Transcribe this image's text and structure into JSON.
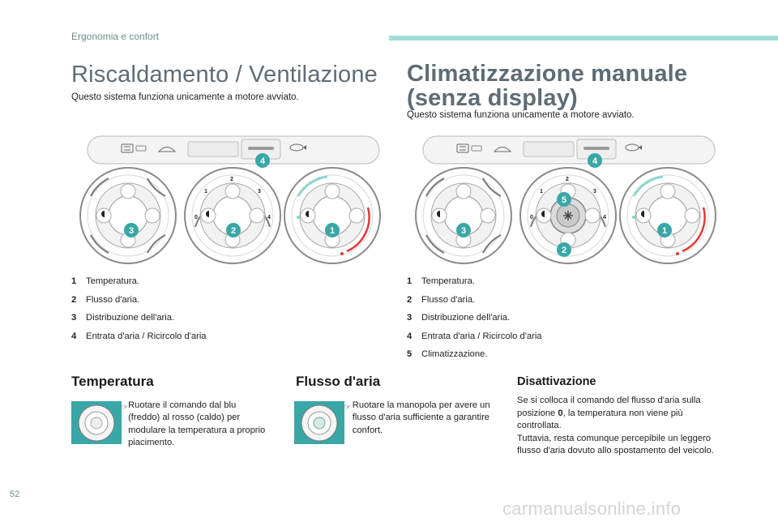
{
  "header": {
    "chapter": "Ergonomia e confort"
  },
  "left": {
    "title": "Riscaldamento / Ventilazione",
    "intro": "Questo sistema funziona unicamente a motore avviato.",
    "legend": [
      {
        "num": "1",
        "text": "Temperatura."
      },
      {
        "num": "2",
        "text": "Flusso d'aria."
      },
      {
        "num": "3",
        "text": "Distribuzione dell'aria."
      },
      {
        "num": "4",
        "text": "Entrata d'aria / Ricircolo d'aria"
      }
    ]
  },
  "right": {
    "title_line1": "Climatizzazione manuale",
    "title_line2": "(senza display)",
    "intro": "Questo sistema funziona unicamente a motore avviato.",
    "legend": [
      {
        "num": "1",
        "text": "Temperatura."
      },
      {
        "num": "2",
        "text": "Flusso d'aria."
      },
      {
        "num": "3",
        "text": "Distribuzione dell'aria."
      },
      {
        "num": "4",
        "text": "Entrata d'aria / Ricircolo d'aria"
      },
      {
        "num": "5",
        "text": "Climatizzazione."
      }
    ]
  },
  "diagram": {
    "callouts_left": [
      "4",
      "3",
      "2",
      "1"
    ],
    "callouts_right": [
      "4",
      "5",
      "3",
      "2",
      "1"
    ],
    "fan_scale": [
      "0",
      "1",
      "2",
      "3",
      "4"
    ]
  },
  "temperatura": {
    "title": "Temperatura",
    "bullet": "Ruotare il comando dal blu (freddo) al rosso (caldo) per modulare la temperatura a proprio piacimento."
  },
  "flusso": {
    "title": "Flusso d'aria",
    "bullet": "Ruotare la manopola per avere un flusso d'aria sufficiente a garantire confort."
  },
  "disattivazione": {
    "title": "Disattivazione",
    "p1_before": "Se si colloca il comando del flusso d'aria sulla posizione ",
    "p1_bold": "0",
    "p1_after": ", la temperatura non viene più controllata.",
    "p2": "Tuttavia, resta comunque percepibile un leggero flusso d'aria dovuto allo spostamento del veicolo."
  },
  "footer": {
    "page_number": "52",
    "watermark": "carmanualsonline.info"
  },
  "colors": {
    "accent": "#3aa7a7",
    "cold": "#7fd6d0",
    "hot": "#e03a3a",
    "title": "#5f6c75"
  }
}
